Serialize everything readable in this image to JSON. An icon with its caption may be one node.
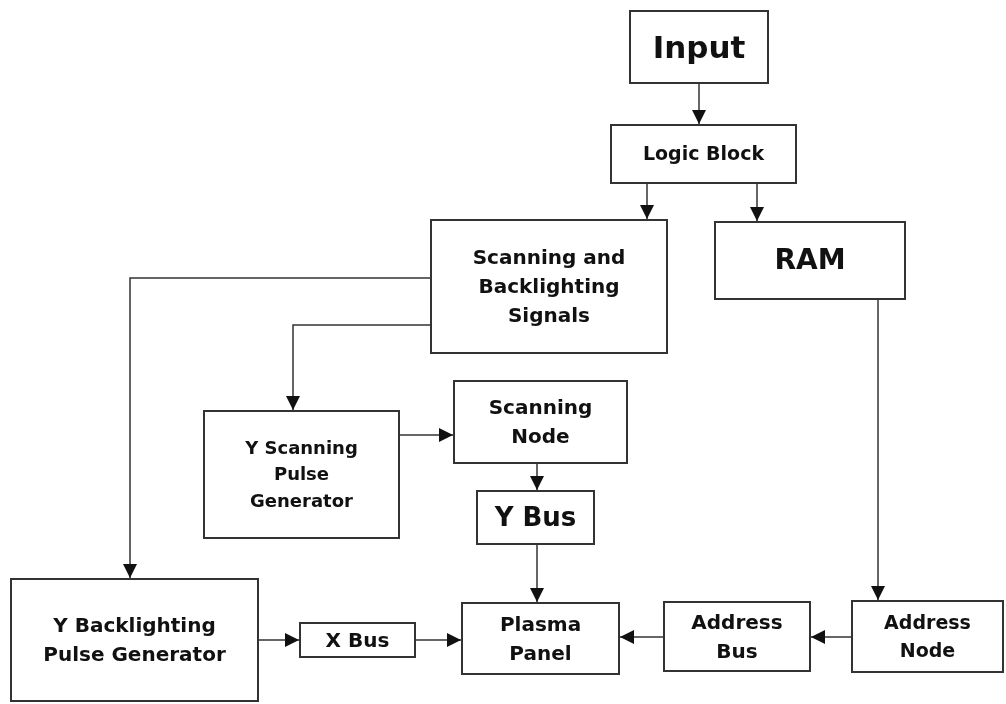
{
  "diagram": {
    "nodes": [
      {
        "text": [
          "Input"
        ]
      },
      {
        "text": [
          "Logic Block"
        ]
      },
      {
        "text": [
          "Scanning and Backlighting Signals"
        ]
      },
      {
        "text": [
          "RAM"
        ]
      },
      {
        "text": [
          "Y Scanning Pulse Generator"
        ]
      },
      {
        "text": [
          "Scanning Node"
        ]
      },
      {
        "text": [
          "Y Bus"
        ]
      },
      {
        "text": [
          "Y Backlighting Pulse Generator"
        ]
      },
      {
        "text": [
          "X Bus"
        ]
      },
      {
        "text": [
          "Plasma Panel"
        ]
      },
      {
        "text": [
          "Address Bus"
        ]
      },
      {
        "text": [
          "Address Node"
        ]
      }
    ],
    "edges": [
      {
        "from": 0,
        "to": 1,
        "arrow": "to"
      },
      {
        "from": 1,
        "to": 2,
        "arrow": "to"
      },
      {
        "from": 1,
        "to": 3,
        "arrow": "to"
      },
      {
        "from": 2,
        "to": 4,
        "arrow": "to"
      },
      {
        "from": 2,
        "to": 7,
        "arrow": "to"
      },
      {
        "from": 4,
        "to": 5,
        "arrow": "to"
      },
      {
        "from": 5,
        "to": 6,
        "arrow": "to"
      },
      {
        "from": 6,
        "to": 9,
        "arrow": "to"
      },
      {
        "from": 7,
        "to": 8,
        "arrow": "to"
      },
      {
        "from": 8,
        "to": 9,
        "arrow": "to"
      },
      {
        "from": 3,
        "to": 11,
        "arrow": "to"
      },
      {
        "from": 11,
        "to": 10,
        "arrow": "to"
      },
      {
        "from": 10,
        "to": 9,
        "arrow": "to"
      }
    ]
  }
}
